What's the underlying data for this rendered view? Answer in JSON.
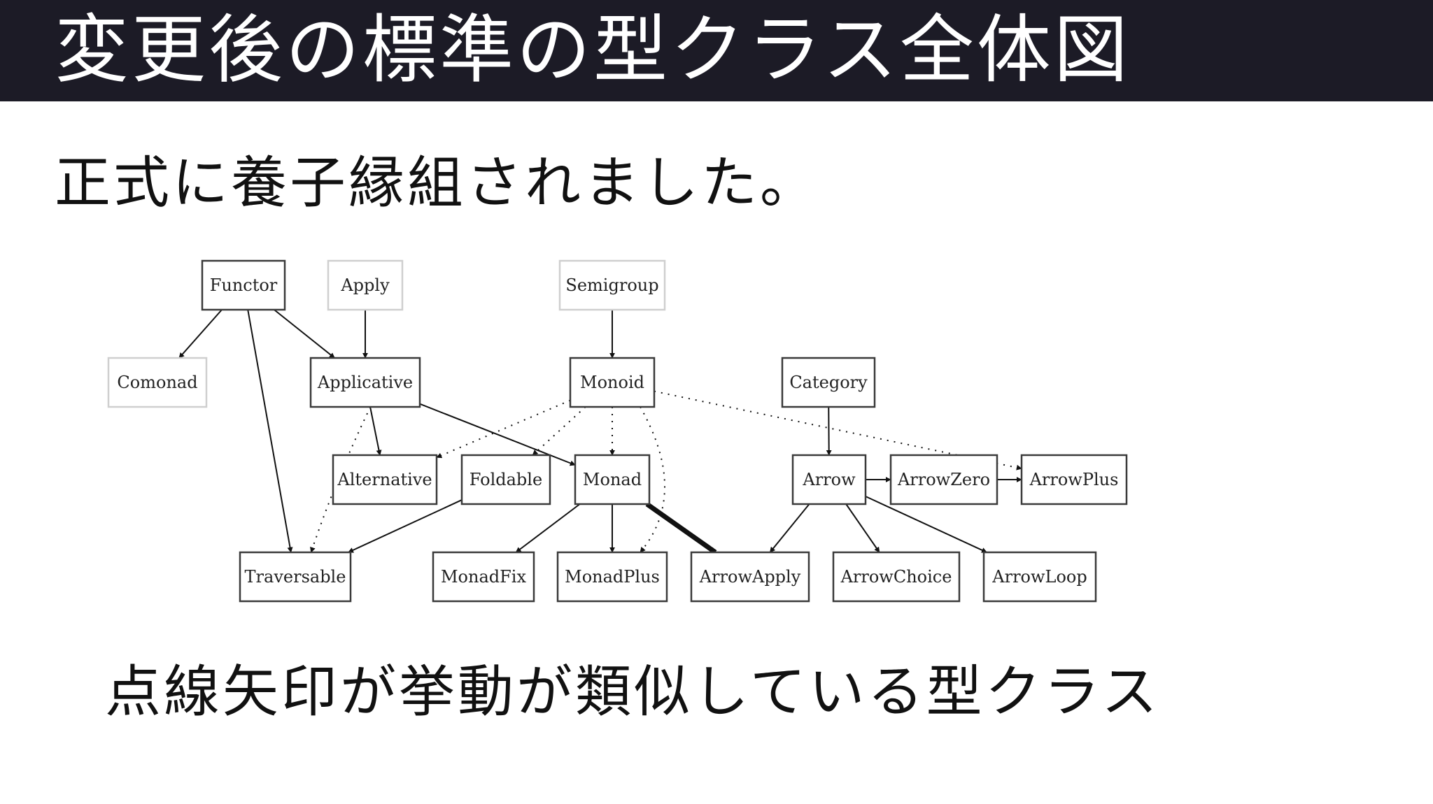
{
  "slide": {
    "title": "変更後の標準の型クラス全体図",
    "subtitle": "正式に養子縁組されました。",
    "caption": "点線矢印が挙動が類似している型クラス"
  },
  "diagram": {
    "nodes": [
      {
        "id": "functor",
        "label": "Functor",
        "border": "dark"
      },
      {
        "id": "apply",
        "label": "Apply",
        "border": "light"
      },
      {
        "id": "semigroup",
        "label": "Semigroup",
        "border": "light"
      },
      {
        "id": "comonad",
        "label": "Comonad",
        "border": "light"
      },
      {
        "id": "applicative",
        "label": "Applicative",
        "border": "dark"
      },
      {
        "id": "monoid",
        "label": "Monoid",
        "border": "dark"
      },
      {
        "id": "category",
        "label": "Category",
        "border": "dark"
      },
      {
        "id": "alternative",
        "label": "Alternative",
        "border": "dark"
      },
      {
        "id": "foldable",
        "label": "Foldable",
        "border": "dark"
      },
      {
        "id": "monad",
        "label": "Monad",
        "border": "dark"
      },
      {
        "id": "arrow",
        "label": "Arrow",
        "border": "dark"
      },
      {
        "id": "arrowzero",
        "label": "ArrowZero",
        "border": "dark"
      },
      {
        "id": "arrowplus",
        "label": "ArrowPlus",
        "border": "dark"
      },
      {
        "id": "traversable",
        "label": "Traversable",
        "border": "dark"
      },
      {
        "id": "monadfix",
        "label": "MonadFix",
        "border": "dark"
      },
      {
        "id": "monadplus",
        "label": "MonadPlus",
        "border": "dark"
      },
      {
        "id": "arrowapply",
        "label": "ArrowApply",
        "border": "dark"
      },
      {
        "id": "arrowchoice",
        "label": "ArrowChoice",
        "border": "dark"
      },
      {
        "id": "arrowloop",
        "label": "ArrowLoop",
        "border": "dark"
      }
    ],
    "edges": [
      {
        "from": "functor",
        "to": "comonad",
        "style": "solid"
      },
      {
        "from": "functor",
        "to": "applicative",
        "style": "solid"
      },
      {
        "from": "functor",
        "to": "traversable",
        "style": "solid"
      },
      {
        "from": "apply",
        "to": "applicative",
        "style": "solid"
      },
      {
        "from": "semigroup",
        "to": "monoid",
        "style": "solid"
      },
      {
        "from": "applicative",
        "to": "alternative",
        "style": "solid"
      },
      {
        "from": "applicative",
        "to": "monad",
        "style": "solid"
      },
      {
        "from": "applicative",
        "to": "traversable",
        "style": "dotted"
      },
      {
        "from": "monoid",
        "to": "alternative",
        "style": "dotted"
      },
      {
        "from": "monoid",
        "to": "foldable",
        "style": "dotted"
      },
      {
        "from": "monoid",
        "to": "monad",
        "style": "dotted"
      },
      {
        "from": "monoid",
        "to": "monadplus",
        "style": "dotted"
      },
      {
        "from": "monoid",
        "to": "arrowplus",
        "style": "dotted"
      },
      {
        "from": "category",
        "to": "arrow",
        "style": "solid"
      },
      {
        "from": "foldable",
        "to": "traversable",
        "style": "solid"
      },
      {
        "from": "monad",
        "to": "monadfix",
        "style": "solid"
      },
      {
        "from": "monad",
        "to": "monadplus",
        "style": "solid"
      },
      {
        "from": "monad",
        "to": "arrowapply",
        "style": "bold"
      },
      {
        "from": "arrow",
        "to": "arrowzero",
        "style": "solid"
      },
      {
        "from": "arrowzero",
        "to": "arrowplus",
        "style": "solid"
      },
      {
        "from": "arrow",
        "to": "arrowapply",
        "style": "solid"
      },
      {
        "from": "arrow",
        "to": "arrowchoice",
        "style": "solid"
      },
      {
        "from": "arrow",
        "to": "arrowloop",
        "style": "solid"
      }
    ]
  }
}
